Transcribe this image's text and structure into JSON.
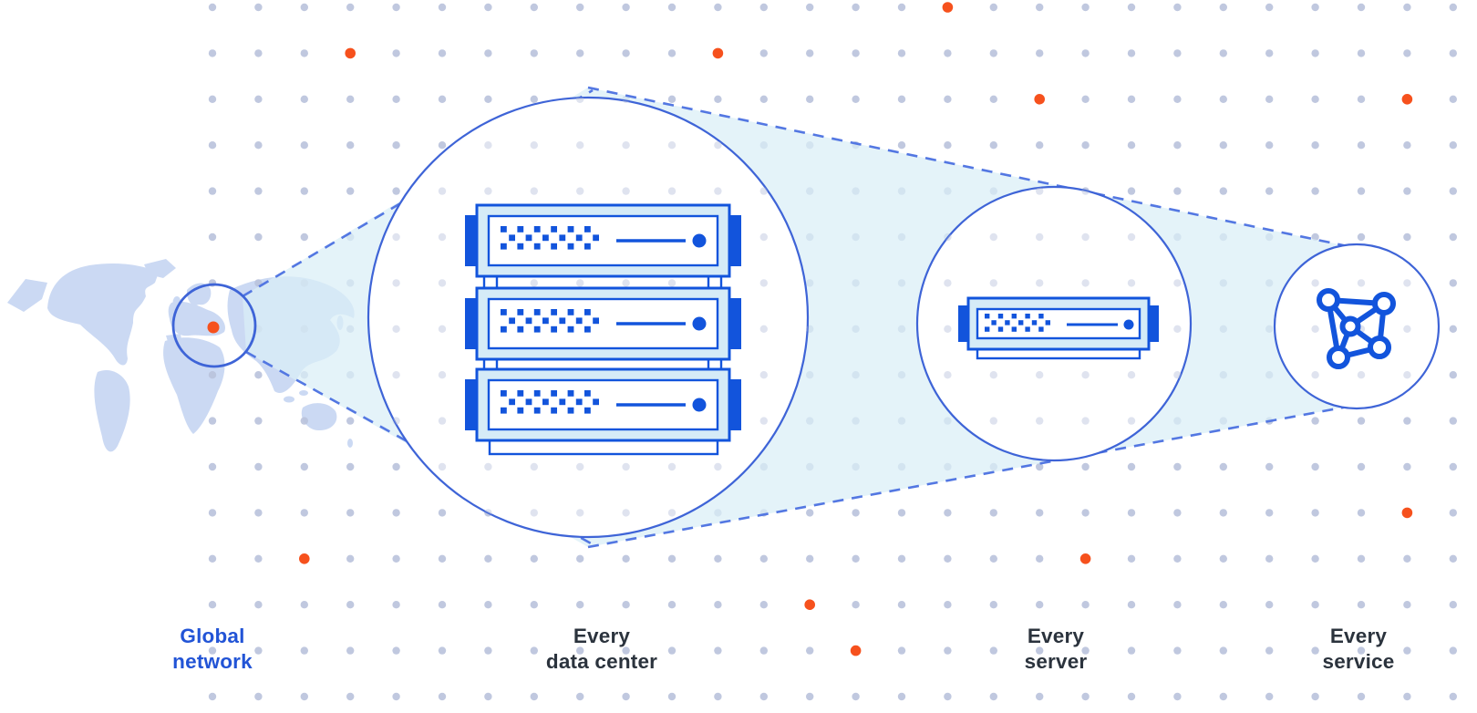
{
  "diagram": {
    "stages": [
      {
        "name": "global-network",
        "line1": "Global",
        "line2": "network"
      },
      {
        "name": "every-data-center",
        "line1": "Every",
        "line2": "data center"
      },
      {
        "name": "every-server",
        "line1": "Every",
        "line2": "server"
      },
      {
        "name": "every-service",
        "line1": "Every",
        "line2": "service"
      }
    ],
    "icons": [
      "world-map",
      "highlight-pin",
      "server-rack-icon",
      "server-icon",
      "network-mesh-icon"
    ],
    "colors": {
      "accent_orange": "#f6511d",
      "primary_blue": "#1254dc",
      "circle_stroke_blue": "#3e64d7",
      "dashed_line_blue": "#5377e2",
      "label_blue": "#2254d6",
      "label_dark": "#2b333d",
      "map_fill": "#cbd9f3",
      "beam_fill": "#d9eef7",
      "grid_dot": "#b9c2dc",
      "server_panel_fill": "#d5ebf7"
    }
  }
}
